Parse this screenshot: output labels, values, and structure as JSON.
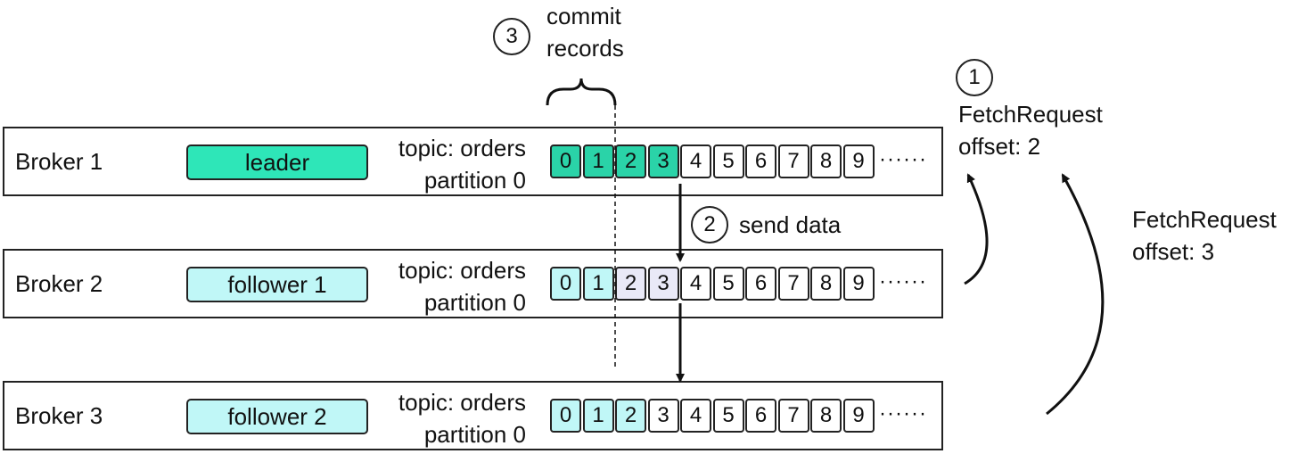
{
  "brokers": [
    {
      "name": "Broker 1",
      "role": "leader",
      "topic": "topic: orders",
      "partition": "partition 0",
      "cells": [
        "0",
        "1",
        "2",
        "3",
        "4",
        "5",
        "6",
        "7",
        "8",
        "9"
      ],
      "trailing": "······"
    },
    {
      "name": "Broker 2",
      "role": "follower 1",
      "topic": "topic: orders",
      "partition": "partition 0",
      "cells": [
        "0",
        "1",
        "2",
        "3",
        "4",
        "5",
        "6",
        "7",
        "8",
        "9"
      ],
      "trailing": "······"
    },
    {
      "name": "Broker 3",
      "role": "follower 2",
      "topic": "topic: orders",
      "partition": "partition 0",
      "cells": [
        "0",
        "1",
        "2",
        "3",
        "4",
        "5",
        "6",
        "7",
        "8",
        "9"
      ],
      "trailing": "······"
    }
  ],
  "steps": {
    "step1": {
      "number": "1",
      "line1": "FetchRequest",
      "line2": "offset: 2"
    },
    "step2": {
      "number": "2",
      "text": "send data"
    },
    "step3": {
      "number": "3",
      "line1": "commit",
      "line2": "records"
    },
    "fetch2": {
      "line1": "FetchRequest",
      "line2": "offset: 3"
    }
  },
  "colors": {
    "leader_role": "#2ee6b8",
    "leader_committed": "#2ad3a8",
    "follower": "#c0f7f7",
    "pending": "#e9e9f7"
  }
}
